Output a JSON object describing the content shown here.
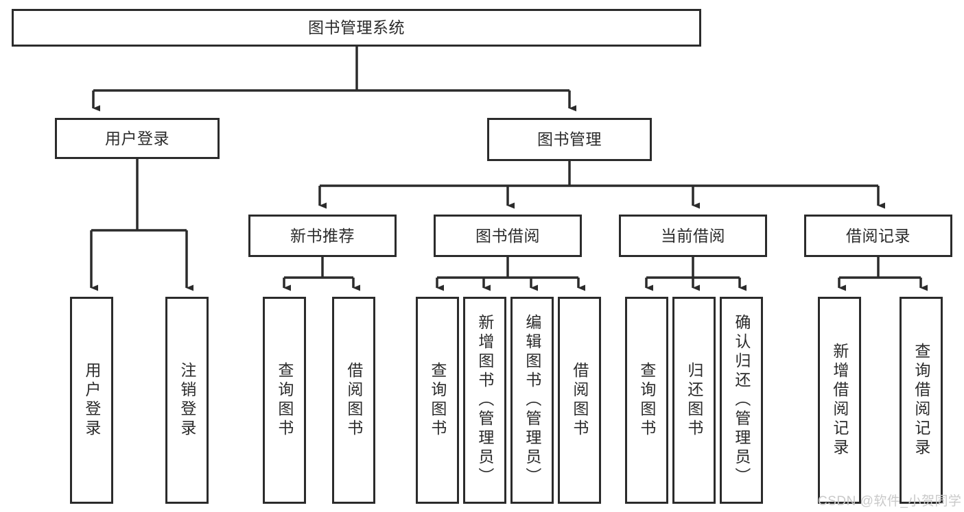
{
  "diagram": {
    "title": "图书管理系统",
    "type": "tree-hierarchy",
    "orientation": "top-down",
    "colors": {
      "background": "#ffffff",
      "node_border": "#2b2b2b",
      "node_fill": "#ffffff",
      "edge": "#2b2b2b",
      "text": "#2b2b2b",
      "watermark": "#c9c9c9"
    },
    "watermark": "CSDN @软件_小贺同学",
    "nodes": {
      "root": {
        "label": "图书管理系统"
      },
      "level2": [
        {
          "id": "user-login",
          "label": "用户登录"
        },
        {
          "id": "book-manage",
          "label": "图书管理"
        }
      ],
      "level3": [
        {
          "id": "new-book-recommend",
          "label": "新书推荐"
        },
        {
          "id": "book-borrow",
          "label": "图书借阅"
        },
        {
          "id": "current-borrow",
          "label": "当前借阅"
        },
        {
          "id": "borrow-record",
          "label": "借阅记录"
        }
      ],
      "leaves": [
        {
          "id": "leaf-user-login",
          "label": "用户登录",
          "parent": "user-login"
        },
        {
          "id": "leaf-user-logout",
          "label": "注销登录",
          "parent": "user-login"
        },
        {
          "id": "leaf-query-book-1",
          "label": "查询图书",
          "parent": "new-book-recommend"
        },
        {
          "id": "leaf-borrow-book-1",
          "label": "借阅图书",
          "parent": "new-book-recommend"
        },
        {
          "id": "leaf-query-book-2",
          "label": "查询图书",
          "parent": "book-borrow"
        },
        {
          "id": "leaf-add-book",
          "label": "新增图书（管理员）",
          "parent": "book-borrow"
        },
        {
          "id": "leaf-edit-book",
          "label": "编辑图书（管理员）",
          "parent": "book-borrow"
        },
        {
          "id": "leaf-borrow-book-2",
          "label": "借阅图书",
          "parent": "book-borrow"
        },
        {
          "id": "leaf-query-book-3",
          "label": "查询图书",
          "parent": "current-borrow"
        },
        {
          "id": "leaf-return-book",
          "label": "归还图书",
          "parent": "current-borrow"
        },
        {
          "id": "leaf-confirm-return",
          "label": "确认归还（管理员）",
          "parent": "current-borrow"
        },
        {
          "id": "leaf-add-record",
          "label": "新增借阅记录",
          "parent": "borrow-record"
        },
        {
          "id": "leaf-query-record",
          "label": "查询借阅记录",
          "parent": "borrow-record"
        }
      ]
    }
  }
}
